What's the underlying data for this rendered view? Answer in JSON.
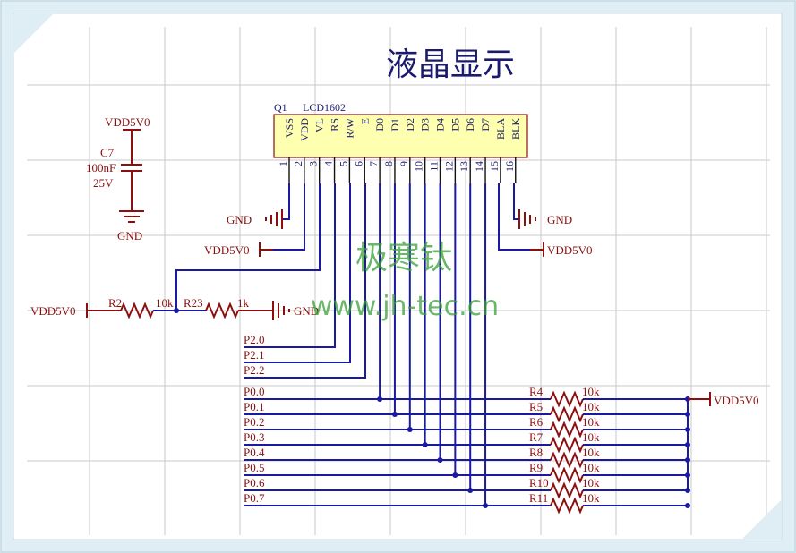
{
  "title": "液晶显示",
  "watermark": {
    "cn": "极寒钛",
    "url": "www.jh-tec.cn"
  },
  "colors": {
    "wire": "#1a1aa0",
    "power": "#8b0f0f",
    "watermark": "#3aa03a",
    "title": "#1b1b6e"
  },
  "lcd": {
    "designator": "Q1",
    "part": "LCD1602",
    "pins": [
      {
        "num": "1",
        "name": "VSS"
      },
      {
        "num": "2",
        "name": "VDD"
      },
      {
        "num": "3",
        "name": "VL"
      },
      {
        "num": "4",
        "name": "RS"
      },
      {
        "num": "5",
        "name": "R/W"
      },
      {
        "num": "6",
        "name": "E"
      },
      {
        "num": "7",
        "name": "D0"
      },
      {
        "num": "8",
        "name": "D1"
      },
      {
        "num": "9",
        "name": "D2"
      },
      {
        "num": "10",
        "name": "D3"
      },
      {
        "num": "11",
        "name": "D4"
      },
      {
        "num": "12",
        "name": "D5"
      },
      {
        "num": "13",
        "name": "D6"
      },
      {
        "num": "14",
        "name": "D7"
      },
      {
        "num": "15",
        "name": "BLA"
      },
      {
        "num": "16",
        "name": "BLK"
      }
    ]
  },
  "cap": {
    "designator": "C7",
    "value": "100nF",
    "voltage": "25V",
    "vdd": "VDD5V0",
    "gnd": "GND"
  },
  "power": {
    "gnd_left": "GND",
    "vdd_left": "VDD5V0",
    "gnd_right": "GND",
    "vdd_right": "VDD5V0",
    "vdd_contrast": "VDD5V0",
    "gnd_contrast": "GND",
    "vdd_pullup": "VDD5V0"
  },
  "contrast": {
    "r2": "R2",
    "r2_value": "10k",
    "r23": "R23",
    "r23_value": "1k"
  },
  "ctrl_nets": [
    "P2.0",
    "P2.1",
    "P2.2"
  ],
  "data_nets": [
    "P0.0",
    "P0.1",
    "P0.2",
    "P0.3",
    "P0.4",
    "P0.5",
    "P0.6",
    "P0.7"
  ],
  "pullups": [
    {
      "ref": "R4",
      "value": "10k"
    },
    {
      "ref": "R5",
      "value": "10k"
    },
    {
      "ref": "R6",
      "value": "10k"
    },
    {
      "ref": "R7",
      "value": "10k"
    },
    {
      "ref": "R8",
      "value": "10k"
    },
    {
      "ref": "R9",
      "value": "10k"
    },
    {
      "ref": "R10",
      "value": "10k"
    },
    {
      "ref": "R11",
      "value": "10k"
    }
  ]
}
